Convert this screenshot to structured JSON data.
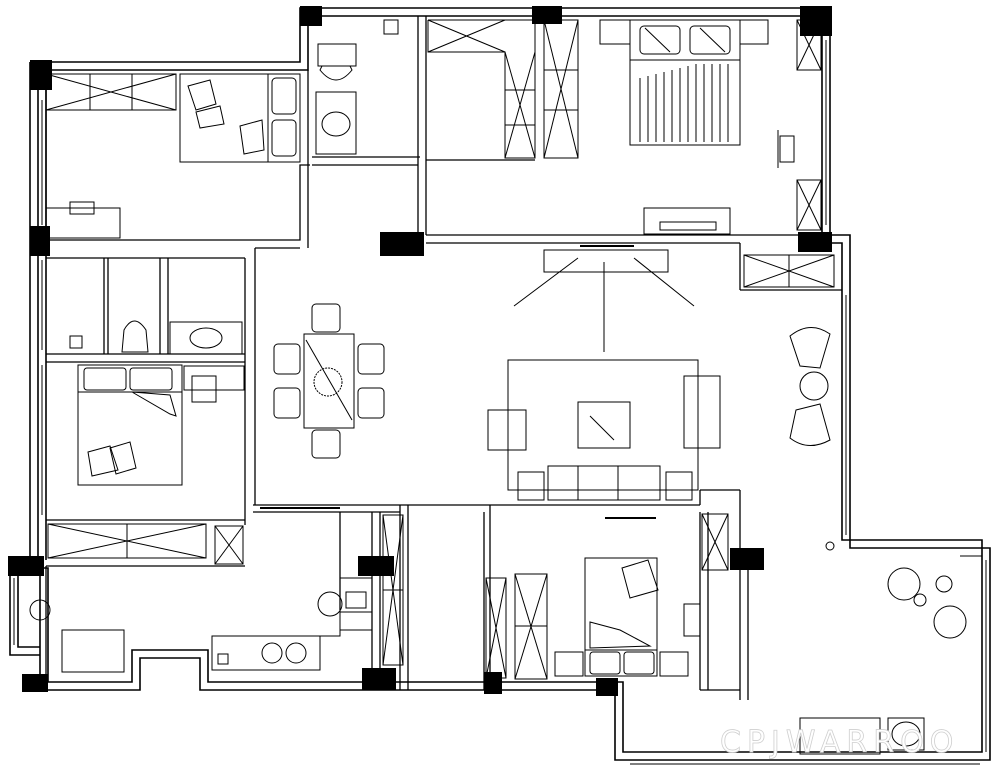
{
  "diagram": {
    "type": "architectural-floor-plan",
    "style": "black-line-drawing-on-white",
    "colors": {
      "line": "#000000",
      "background": "#ffffff",
      "column": "#000000",
      "watermark_outline": "#cfcfcf"
    },
    "rooms": [
      "bedroom-northwest",
      "bathroom-north",
      "walk-in-closet",
      "master-bedroom",
      "storage-west",
      "bathroom-west",
      "bedroom-west",
      "dining-area",
      "living-room",
      "kitchen",
      "corridor",
      "bedroom-south",
      "balcony-east",
      "laundry-southwest"
    ]
  }
}
